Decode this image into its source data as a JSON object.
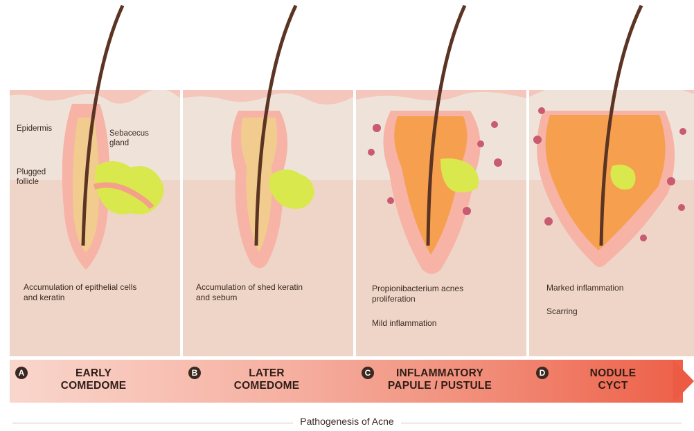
{
  "panels": [
    {
      "letter": "A",
      "stage_line1": "EARLY",
      "stage_line2": "COMEDOME",
      "descriptions": [
        "Accumulation of epithelial cells and keratin"
      ],
      "callouts": {
        "epidermis": "Epidermis",
        "sebaceous": "Sebacecus gland",
        "plugged": "Plugged follicle"
      }
    },
    {
      "letter": "B",
      "stage_line1": "LATER",
      "stage_line2": "COMEDOME",
      "descriptions": [
        "Accumulation of shed keratin and sebum"
      ]
    },
    {
      "letter": "C",
      "stage_line1": "INFLAMMATORY",
      "stage_line2": "PAPULE / PUSTULE",
      "descriptions": [
        "Propionibacterium acnes proliferation",
        "Mild inflammation"
      ]
    },
    {
      "letter": "D",
      "stage_line1": "NODULE",
      "stage_line2": "CYCT",
      "descriptions": [
        "Marked inflammation",
        "Scarring"
      ]
    }
  ],
  "footer": "Pathogenesis of Acne",
  "colors": {
    "epidermis": "#efe3d9",
    "dermis": "#efd2c4",
    "follicle": "#ee8f86",
    "hair": "#5c3424",
    "sebaceous": "#dbe84c",
    "band_light": "#f8cec3",
    "band_dark": "#ee6048",
    "inflammation": "#f6a04f",
    "bacteria": "#c85a72"
  }
}
